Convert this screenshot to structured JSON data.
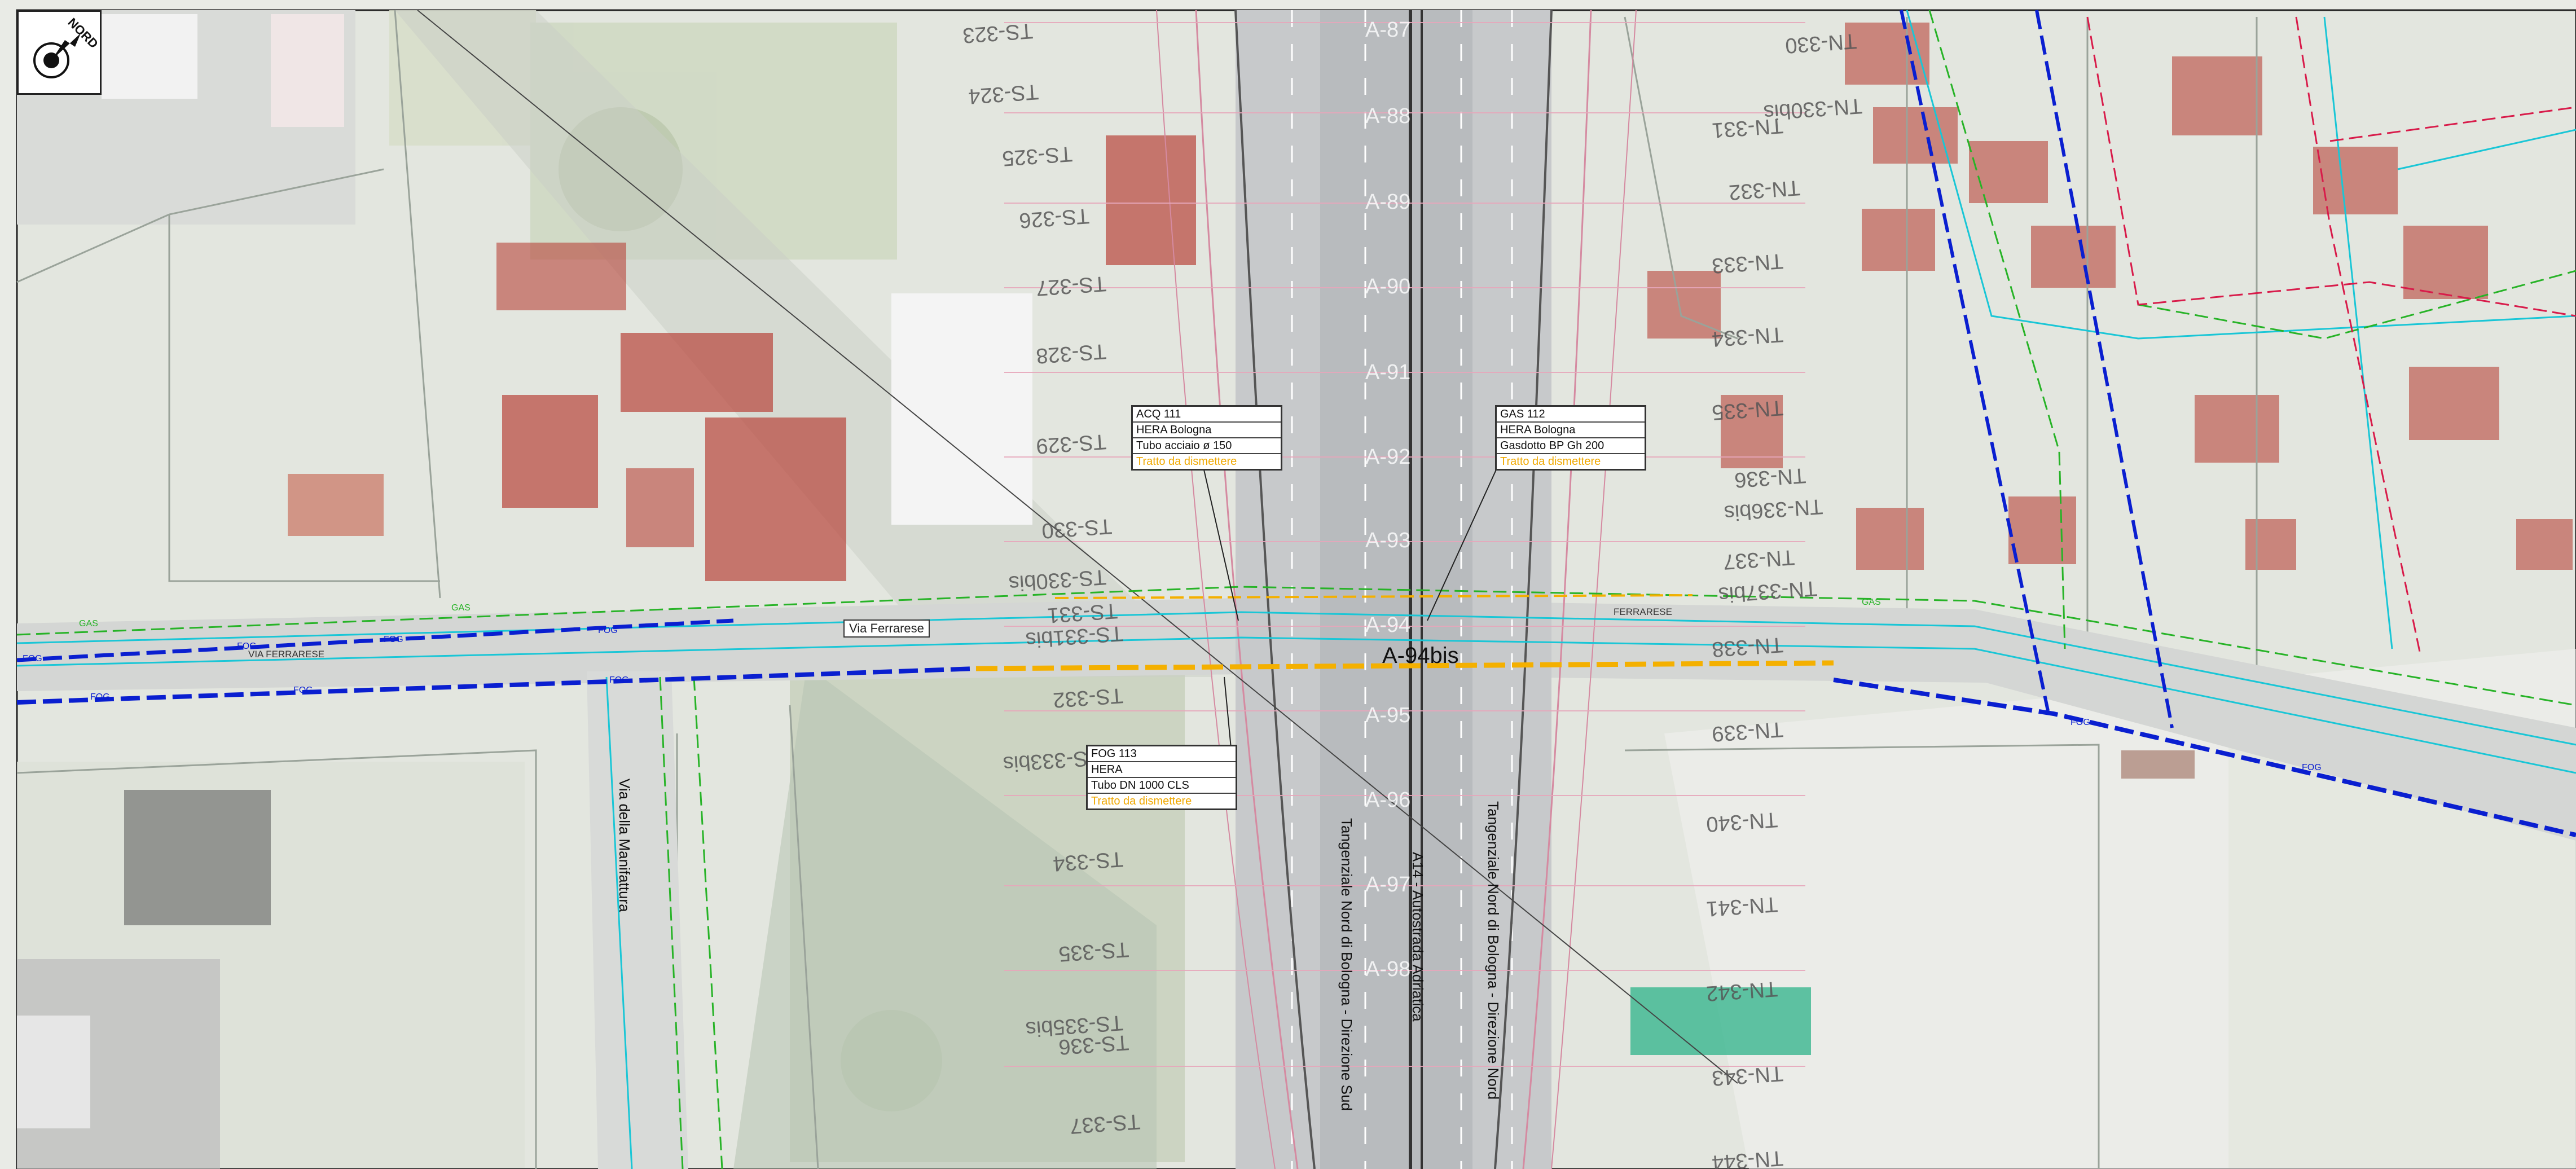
{
  "north_arrow": {
    "label": "NORD"
  },
  "streets": {
    "via_ferrarese": "Via Ferrarese",
    "via_ferrarese_small": "VIA FERRARESE",
    "ferrarese_small_east": "FERRARESE",
    "via_della_manifattura": "Via della Manifattura",
    "tangenziale_sud": "Tangenziale Nord di Bologna - Direzione Sud",
    "tangenziale_nord": "Tangenziale Nord di Bologna - Direzione Nord",
    "a14": "A14 - Autostrada Adriatica"
  },
  "central_section": "A-94bis",
  "a_sections": [
    "A-87",
    "A-88",
    "A-89",
    "A-90",
    "A-91",
    "A-92",
    "A-93",
    "A-94",
    "A-95",
    "A-96",
    "A-97",
    "A-98"
  ],
  "ts_sections": [
    "TS-323",
    "TS-324",
    "TS-325",
    "TS-326",
    "TS-327",
    "TS-328",
    "TS-329",
    "TS-330",
    "TS-330bis",
    "TS-331",
    "TS-331bis",
    "TS-332",
    "TS-333bis",
    "TS-334",
    "TS-335",
    "TS-335bis",
    "TS-336",
    "TS-337"
  ],
  "tn_sections": [
    "TN-330",
    "TN-330bis",
    "TN-331",
    "TN-332",
    "TN-333",
    "TN-334",
    "TN-335",
    "TN-336",
    "TN-336bis",
    "TN-337",
    "TN-337bis",
    "TN-338",
    "TN-339",
    "TN-340",
    "TN-341",
    "TN-342",
    "TN-343",
    "TN-344"
  ],
  "callouts": {
    "acq111": {
      "id": "ACQ 111",
      "owner": "HERA Bologna",
      "pipe": "Tubo acciaio ø 150",
      "status": "Tratto da dismettere"
    },
    "gas112": {
      "id": "GAS 112",
      "owner": "HERA Bologna",
      "pipe": "Gasdotto BP Gh 200",
      "status": "Tratto da dismettere"
    },
    "fog113": {
      "id": "FOG 113",
      "owner": "HERA",
      "pipe": "Tubo DN 1000 CLS",
      "status": "Tratto da dismettere"
    }
  },
  "network_labels": {
    "fog": "FOG",
    "gas": "GAS"
  },
  "colors": {
    "fog": "#0a1fd0",
    "gas_green": "#27b327",
    "gas_red": "#d81b4a",
    "water_cyan": "#19c6d6",
    "dismantle": "#f4b000",
    "roof": "#b8443a"
  }
}
